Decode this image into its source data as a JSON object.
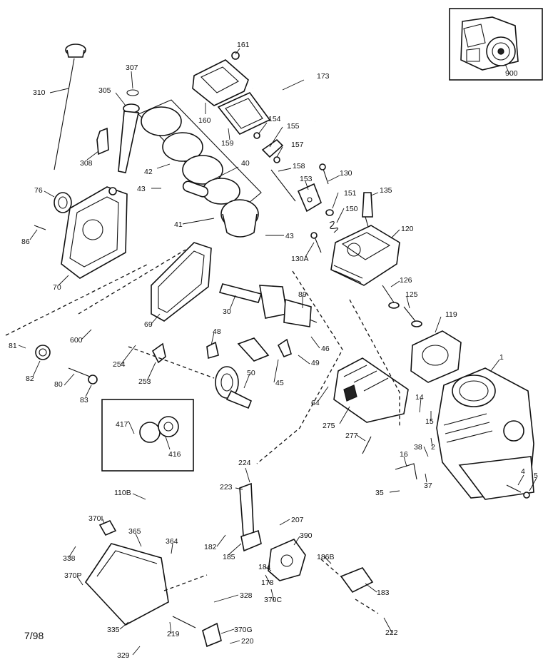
{
  "footer": {
    "date_code": "7/98"
  },
  "callouts": {
    "p161": "161",
    "p307": "307",
    "p173": "173",
    "p310": "310",
    "p305": "305",
    "p160": "160",
    "p154": "154",
    "p155": "155",
    "p157": "157",
    "p159": "159",
    "p308": "308",
    "p40": "40",
    "p42": "42",
    "p43a": "43",
    "p43b": "43",
    "p158": "158",
    "p130": "130",
    "p135": "135",
    "p153": "153",
    "p151": "151",
    "p150": "150",
    "p76": "76",
    "p41": "41",
    "p120": "120",
    "p86": "86",
    "p130A": "130A",
    "p70": "70",
    "p126": "126",
    "p125": "125",
    "p89": "89",
    "p30": "30",
    "p69": "69",
    "p119": "119",
    "p1": "1",
    "p600": "600",
    "p48": "48",
    "p46": "46",
    "p49": "49",
    "p81": "81",
    "p82": "82",
    "p254": "254",
    "p253": "253",
    "p80": "80",
    "p50": "50",
    "p45": "45",
    "p83": "83",
    "p64": "64",
    "p275": "275",
    "p14": "14",
    "p15": "15",
    "p2": "2",
    "p417": "417",
    "p416": "416",
    "p277": "277",
    "p38": "38",
    "p16": "16",
    "p224": "224",
    "p4": "4",
    "p5": "5",
    "p37": "37",
    "p35": "35",
    "p110B": "110B",
    "p223": "223",
    "p207": "207",
    "p370I": "370I",
    "p365": "365",
    "p364": "364",
    "p390": "390",
    "p338": "338",
    "p182": "182",
    "p185": "185",
    "p184": "184",
    "p186B": "186B",
    "p178": "178",
    "p183": "183",
    "p370P": "370P",
    "p370C": "370C",
    "p328": "328",
    "p335": "335",
    "p219": "219",
    "p370G": "370G",
    "p220": "220",
    "p222": "222",
    "p329": "329",
    "p900": "900"
  }
}
